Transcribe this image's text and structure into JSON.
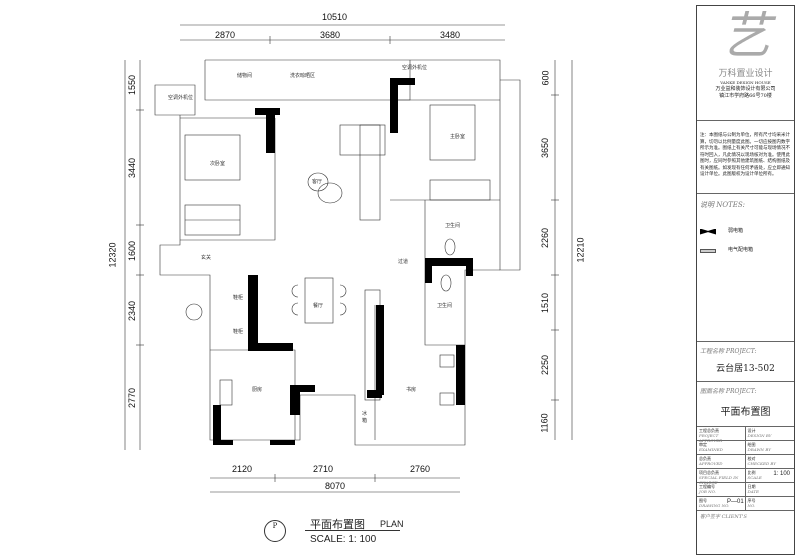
{
  "dimensions": {
    "top_total": "10510",
    "top": [
      "2870",
      "3680",
      "3480"
    ],
    "bottom_total": "8070",
    "bottom": [
      "2120",
      "2710",
      "2760"
    ],
    "left_total": "12320",
    "left": [
      "1550",
      "3440",
      "1600",
      "2340",
      "2770"
    ],
    "right_total": "12210",
    "right": [
      "600",
      "3650",
      "2260",
      "1510",
      "2250",
      "1160"
    ]
  },
  "rooms": {
    "storage": "储物间",
    "laundry": "洗衣晾晒区",
    "ac_left": "空调外机位",
    "ac_mid": "空调外机位",
    "second_bedroom": "次卧室",
    "living": "客厅",
    "master_bedroom": "主卧室",
    "bathroom": "卫生间",
    "entry": "玄关",
    "hall": "过道",
    "shoe1": "鞋柜",
    "shoe2": "鞋柜",
    "dining": "餐厅",
    "kitchen": "厨房",
    "bath2": "卫生间",
    "study": "书房",
    "fridge": "冰箱"
  },
  "footer": {
    "marker": "P",
    "title_cn": "平面布置图",
    "title_en": "PLAN",
    "scale": "SCALE: 1: 100"
  },
  "title_block": {
    "logo_text": "万科置业设计",
    "logo_sub": "VANKE DESIGN HOUSE",
    "company": "万业益和装饰设计有限公司",
    "address": "镇江市学府路66号70楼",
    "note": "注：本图纸与公制为单位，所有尺寸均采米计算，切勿以比例量度此图。一切应按图内数字所示为准。图纸上有关尺寸可能与现场情况不符时回入，凡此情况以现场核对为准。使用此图时，应同时参照其他建筑图纸、结构图纸及有关图纸。如发现有任何矛盾处，应立即通知设计单位。此图版权为设计单位所有。",
    "notes_label": "说明  NOTES:",
    "legend": [
      {
        "label": "弱电箱"
      },
      {
        "label": "电气配电箱"
      }
    ],
    "project_label": "工程名称  PROJECT:",
    "project": "云台居13-502",
    "drawing_label": "图面名称  PROJECT:",
    "drawing": "平面布置图",
    "cells": [
      [
        "工程总负责",
        "PROJECT APPROVER",
        "设计",
        "DESIGN BY",
        ""
      ],
      [
        "审定",
        "EXAMINED",
        "绘图",
        "DRAWN BY",
        ""
      ],
      [
        "总负责",
        "APPROVED",
        "校对",
        "CHECKED BY",
        ""
      ],
      [
        "项目总负责",
        "SPECIAL FIELD IN CHARGE",
        "比例",
        "SCALE",
        "1: 100"
      ],
      [
        "工程编号",
        "JOB NO.",
        "日期",
        "DATE",
        ""
      ],
      [
        "图号",
        "DRAWING NO.",
        "序号",
        "NO.",
        ""
      ]
    ],
    "drawing_no": "P—01",
    "client_label": "客户签字  CLIENT'S"
  }
}
